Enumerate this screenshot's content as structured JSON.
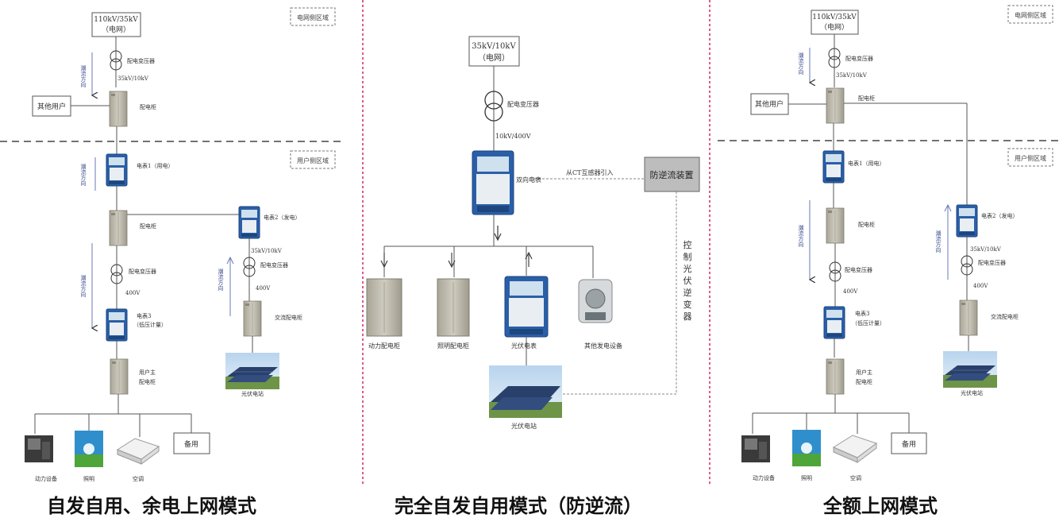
{
  "panel1": {
    "grid_label": "110kV/35kV",
    "grid_sub": "（电网）",
    "grid_zone": "电网侧区域",
    "user_zone": "用户侧区域",
    "flow_text": "潮流方向",
    "transformer": "配电变压器",
    "v_35_10": "35kV/10kV",
    "cabinet": "配电柜",
    "other_users": "其他用户",
    "meter1": "电表1（用电）",
    "meter2": "电表2（发电）",
    "meter3": "电表3",
    "meter3_sub": "（低压计量）",
    "v_400": "400V",
    "main_cabinet_1": "用户主",
    "main_cabinet_2": "配电柜",
    "ac_cabinet": "交流配电柜",
    "pv_station": "光伏电站",
    "load_power": "动力设备",
    "load_light": "照明",
    "load_ac": "空调",
    "spare": "备用",
    "caption": "自发自用、余电上网模式"
  },
  "panel2": {
    "grid_label": "35kV/10kV",
    "grid_sub": "（电网）",
    "transformer": "配电变压器",
    "v_10_400": "10kV/400V",
    "bidir_meter": "双向电表",
    "ct_text": "从CT互感器引入",
    "anti_device": "防逆流装置",
    "control_text": [
      "控",
      "制",
      "光",
      "伏",
      "逆",
      "变",
      "器"
    ],
    "power_cabinet": "动力配电柜",
    "light_cabinet": "照明配电柜",
    "pv_meter": "光伏电表",
    "other_gen": "其他发电设备",
    "pv_station": "光伏电站",
    "caption": "完全自发自用模式（防逆流）"
  },
  "panel3": {
    "grid_label": "110kV/35kV",
    "grid_sub": "（电网）",
    "grid_zone": "电网侧区域",
    "user_zone": "用户侧区域",
    "flow_text": "潮流方向",
    "transformer": "配电变压器",
    "v_35_10": "35kV/10kV",
    "cabinet": "配电柜",
    "other_users": "其他用户",
    "meter1": "电表1（用电）",
    "meter2": "电表2（发电）",
    "meter3": "电表3",
    "meter3_sub": "（低压计量）",
    "v_400": "400V",
    "main_cabinet_1": "用户主",
    "main_cabinet_2": "配电柜",
    "ac_cabinet": "交流配电柜",
    "pv_station": "光伏电站",
    "load_power": "动力设备",
    "load_light": "照明",
    "load_ac": "空调",
    "spare": "备用",
    "caption": "全额上网模式"
  },
  "colors": {
    "divider": "#d4336f",
    "meter_blue": "#2a5fa8",
    "cabinet": "#bcb9ac",
    "flow_arrow": "#6a78b8"
  }
}
